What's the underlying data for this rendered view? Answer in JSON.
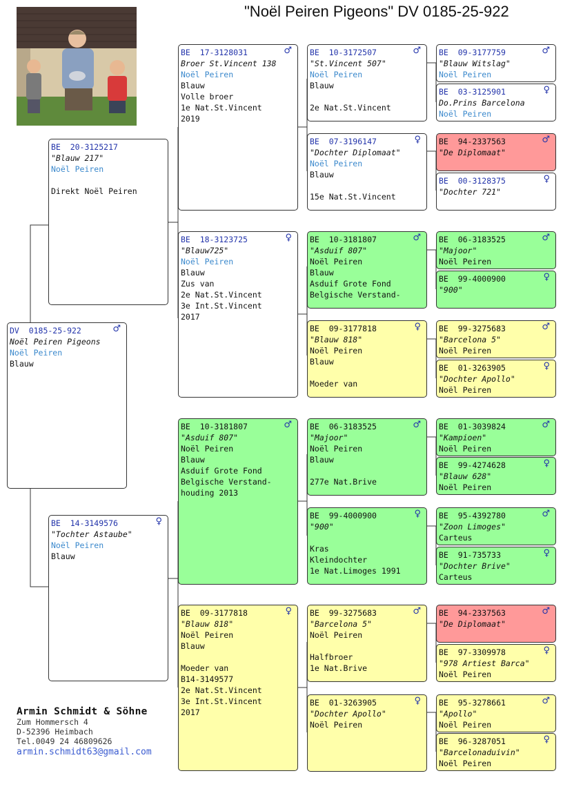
{
  "header": {
    "title": "\"Noël Peiren Pigeons\"  DV  0185-25-922"
  },
  "colors": {
    "green": "#99ff99",
    "yellow": "#ffffaa",
    "red": "#ff9999",
    "ring_blue": "#2233aa",
    "owner_blue": "#3a88cc"
  },
  "photo": {
    "description": "family-photo-with-pigeon"
  },
  "subject": {
    "ring": "DV  0185-25-922",
    "sex": "♂",
    "name": "Noël Peiren Pigeons",
    "owner": "Noël Peiren",
    "info": [
      "Blauw"
    ]
  },
  "father": {
    "ring": "BE  20-3125217",
    "sex": "",
    "name": "\"Blauw 217\"",
    "owner": "Noël Peiren",
    "info": [
      "",
      "Direkt Noël Peiren"
    ]
  },
  "mother": {
    "ring": "BE  14-3149576",
    "sex": "♀",
    "name": "\"Tochter Astaube\"",
    "owner": "Noël Peiren",
    "info": [
      "Blauw"
    ]
  },
  "ff": {
    "ring": "BE  17-3128031",
    "sex": "♂",
    "name": "Broer St.Vincent 138",
    "owner": "Noël Peiren",
    "info": [
      "Blauw",
      "Volle broer",
      "1e Nat.St.Vincent",
      "2019"
    ]
  },
  "fm": {
    "ring": "BE  18-3123725",
    "sex": "♀",
    "name": "\"Blauw725\"",
    "owner": "Noël Peiren",
    "info": [
      "Blauw",
      "Zus van",
      "2e Nat.St.Vincent",
      "3e Int.St.Vincent",
      "2017"
    ]
  },
  "mf": {
    "ring": "BE  10-3181807",
    "sex": "♂",
    "name": "\"Asduif 807\"",
    "owner": "Noël Peiren",
    "info": [
      "Blauw",
      "Asduif Grote Fond",
      "Belgische Verstand-",
      "houding 2013"
    ]
  },
  "mm": {
    "ring": "BE  09-3177818",
    "sex": "♀",
    "name": "\"Blauw 818\"",
    "owner": "Noël Peiren",
    "info": [
      "Blauw",
      "",
      "Moeder van",
      "B14-3149577",
      "2e Nat.St.Vincent",
      "3e Int.St.Vincent",
      "2017"
    ]
  },
  "fff": {
    "ring": "BE  10-3172507",
    "sex": "♂",
    "name": "\"St.Vincent 507\"",
    "owner": "Noël Peiren",
    "info": [
      "Blauw",
      "",
      "2e Nat.St.Vincent"
    ]
  },
  "ffm": {
    "ring": "BE  07-3196147",
    "sex": "♀",
    "name": "\"Dochter Diplomaat\"",
    "owner": "Noël Peiren",
    "info": [
      "Blauw",
      "",
      "15e Nat.St.Vincent"
    ]
  },
  "fmf": {
    "ring": "BE  10-3181807",
    "sex": "♂",
    "name": "\"Asduif 807\"",
    "owner": "Noël Peiren",
    "info": [
      "Blauw",
      "Asduif Grote Fond",
      "Belgische Verstand-"
    ]
  },
  "fmm": {
    "ring": "BE  09-3177818",
    "sex": "♀",
    "name": "\"Blauw 818\"",
    "owner": "Noël Peiren",
    "info": [
      "Blauw",
      "",
      "Moeder van"
    ]
  },
  "mff": {
    "ring": "BE  06-3183525",
    "sex": "♂",
    "name": "\"Majoor\"",
    "owner": "Noël Peiren",
    "info": [
      "Blauw",
      "",
      "277e Nat.Brive"
    ]
  },
  "mfm": {
    "ring": "BE  99-4000900",
    "sex": "♀",
    "name": "\"900\"",
    "owner": "",
    "info": [
      "",
      "Kras",
      "Kleindochter",
      "1e Nat.Limoges 1991"
    ]
  },
  "mmf": {
    "ring": "BE  99-3275683",
    "sex": "♂",
    "name": "\"Barcelona 5\"",
    "owner": "Noël Peiren",
    "info": [
      "",
      "Halfbroer",
      "1e Nat.Brive"
    ]
  },
  "mmm": {
    "ring": "BE  01-3263905",
    "sex": "♀",
    "name": "\"Dochter Apollo\"",
    "owner": "Noël Peiren",
    "info": []
  },
  "g1": {
    "ring": "BE  09-3177759",
    "sex": "♂",
    "name": "\"Blauw Witslag\"",
    "owner": "Noël Peiren"
  },
  "g2": {
    "ring": "BE  03-3125901",
    "sex": "♀",
    "name": "Do.Prins Barcelona",
    "owner": "Noël Peiren"
  },
  "g3": {
    "ring": "BE  94-2337563",
    "sex": "♂",
    "name": "\"De Diplomaat\"",
    "owner": ""
  },
  "g4": {
    "ring": "BE  00-3128375",
    "sex": "♀",
    "name": "\"Dochter 721\"",
    "owner": ""
  },
  "g5": {
    "ring": "BE  06-3183525",
    "sex": "♂",
    "name": "\"Majoor\"",
    "owner": "Noël Peiren"
  },
  "g6": {
    "ring": "BE  99-4000900",
    "sex": "♀",
    "name": "\"900\"",
    "owner": ""
  },
  "g7": {
    "ring": "BE  99-3275683",
    "sex": "♂",
    "name": "\"Barcelona 5\"",
    "owner": "Noël Peiren"
  },
  "g8": {
    "ring": "BE  01-3263905",
    "sex": "♀",
    "name": "\"Dochter Apollo\"",
    "owner": "Noël Peiren"
  },
  "g9": {
    "ring": "BE  01-3039824",
    "sex": "♂",
    "name": "\"Kampioen\"",
    "owner": "Noël Peiren"
  },
  "g10": {
    "ring": "BE  99-4274628",
    "sex": "♀",
    "name": "\"Blauw 628\"",
    "owner": "Noël Peiren"
  },
  "g11": {
    "ring": "BE  95-4392780",
    "sex": "♂",
    "name": "\"Zoon Limoges\"",
    "owner": "Carteus"
  },
  "g12": {
    "ring": "BE  91-735733",
    "sex": "♀",
    "name": "\"Dochter Brive\"",
    "owner": "Carteus"
  },
  "g13": {
    "ring": "BE  94-2337563",
    "sex": "♂",
    "name": "\"De Diplomaat\"",
    "owner": ""
  },
  "g14": {
    "ring": "BE  97-3309978",
    "sex": "♀",
    "name": "\"978 Artiest Barca\"",
    "owner": "Noël Peiren"
  },
  "g15": {
    "ring": "BE  95-3278661",
    "sex": "♂",
    "name": "\"Apollo\"",
    "owner": "Noël Peiren"
  },
  "g16": {
    "ring": "BE  96-3287051",
    "sex": "♀",
    "name": "\"Barcelonaduivin\"",
    "owner": "Noël Peiren"
  },
  "breeder": {
    "name": "Armin Schmidt & Söhne",
    "street": "Zum Hommersch 4",
    "city": "D-52396 Heimbach",
    "phone": "Tel.0049 24 46809626",
    "email": "armin.schmidt63@gmail.com"
  }
}
